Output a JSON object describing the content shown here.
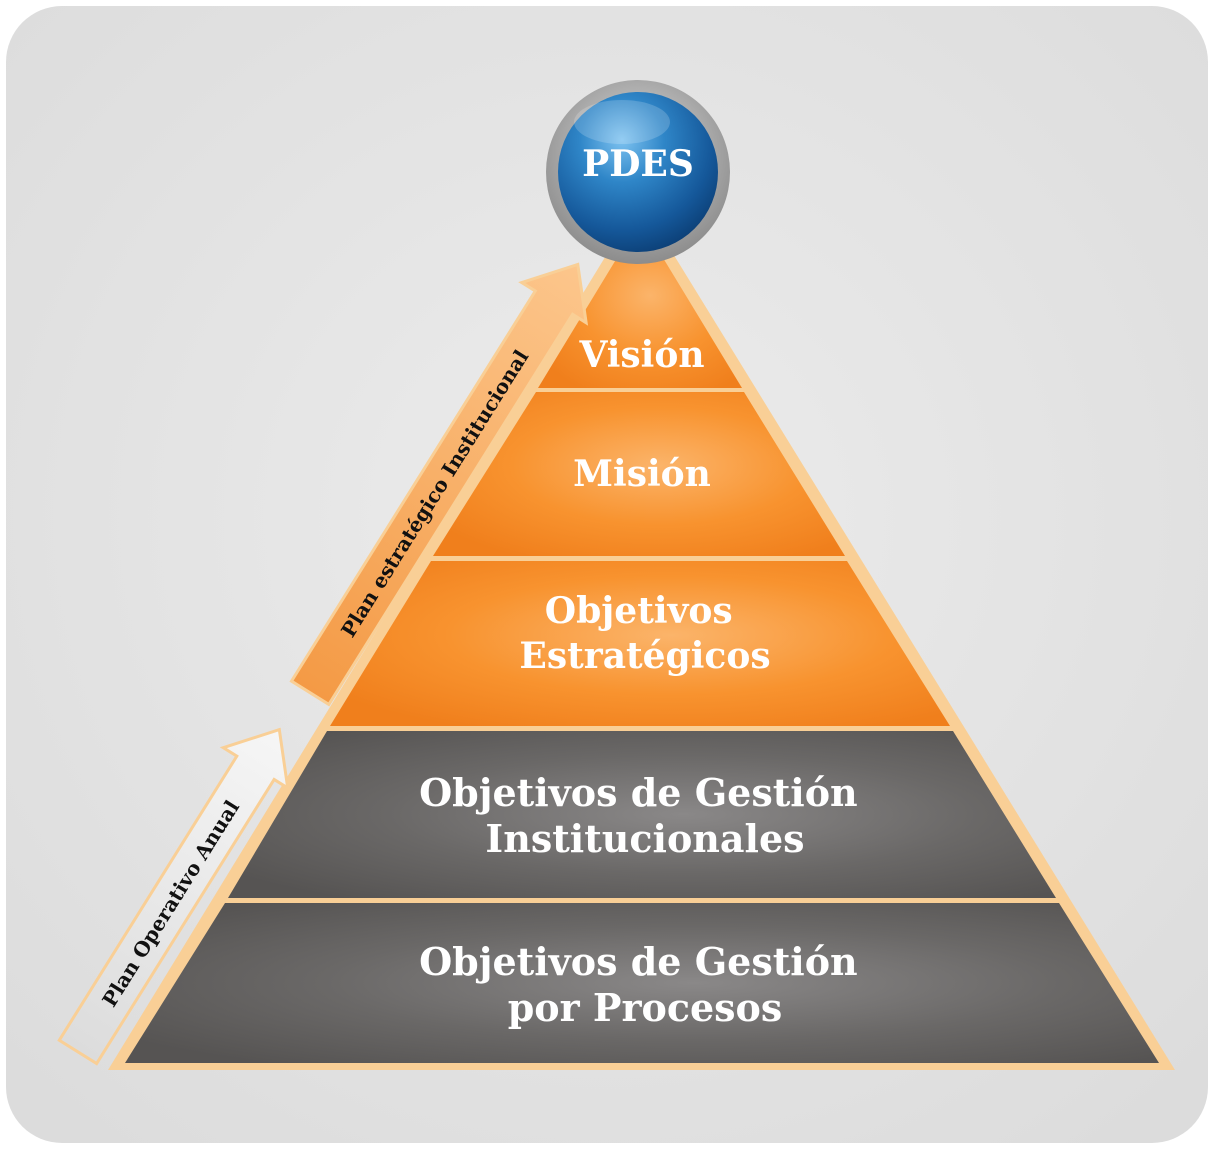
{
  "diagram": {
    "top": {
      "label": "PDES",
      "color": "#1f74b8"
    },
    "levels": [
      {
        "lines": [
          "Visión"
        ],
        "color": "#f7912e"
      },
      {
        "lines": [
          "Misión"
        ],
        "color": "#f7912e"
      },
      {
        "lines": [
          "Objetivos",
          "Estratégicos"
        ],
        "color": "#f7912e"
      },
      {
        "lines": [
          "Objetivos de Gestión",
          "Institucionales"
        ],
        "color": "#6b6968"
      },
      {
        "lines": [
          "Objetivos de Gestión",
          "por Procesos"
        ],
        "color": "#6b6968"
      }
    ],
    "arrows": {
      "upper": {
        "label": "Plan estratégico Institucional",
        "color": "#f8b46a"
      },
      "lower": {
        "label": "Plan Operativo Anual",
        "color": "#ececec"
      }
    },
    "colors": {
      "background": "#e3e3e3",
      "outline": "#f9cf96"
    }
  }
}
